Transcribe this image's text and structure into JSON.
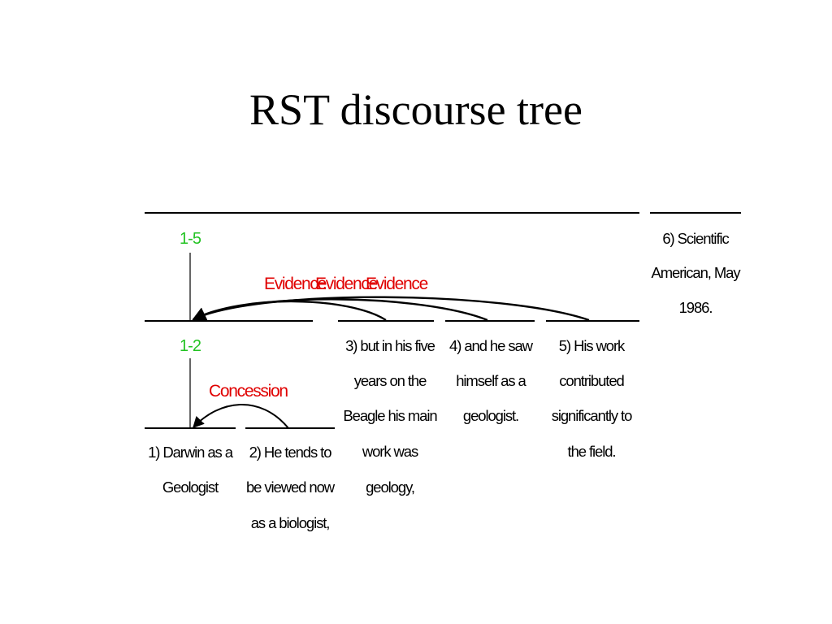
{
  "title": "RST discourse tree",
  "colors": {
    "relation": "#e00000",
    "span": "#22c322",
    "line": "#000000"
  },
  "spans": {
    "top": "1-5",
    "lower": "1-2"
  },
  "relations": {
    "evidence": [
      "Evidence",
      "Evidence",
      "Evidence"
    ],
    "concession": "Concession"
  },
  "segments": {
    "s1": [
      "1)  Darwin as a",
      "Geologist"
    ],
    "s2": [
      "2) He tends to",
      "be viewed now",
      "as a biologist,"
    ],
    "s3": [
      "3) but in his five",
      "years on the",
      "Beagle his main",
      "work was",
      "geology,"
    ],
    "s4": [
      "4) and he saw",
      "himself as a",
      "geologist."
    ],
    "s5": [
      "5)  His work",
      "contributed",
      "significantly to",
      "the field."
    ],
    "s6": [
      "6) Scientific",
      "American, May",
      "1986."
    ]
  }
}
